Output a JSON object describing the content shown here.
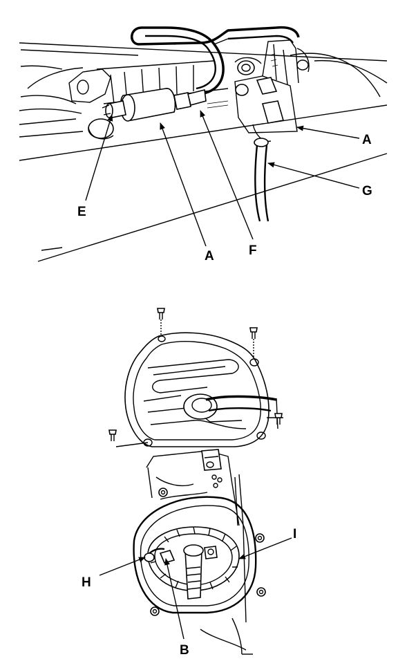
{
  "callouts": {
    "A_top": "A",
    "G": "G",
    "E": "E",
    "A_bottom": "A",
    "F": "F",
    "I": "I",
    "H": "H",
    "B": "B"
  },
  "colors": {
    "ink": "#000000",
    "paper": "#ffffff"
  }
}
